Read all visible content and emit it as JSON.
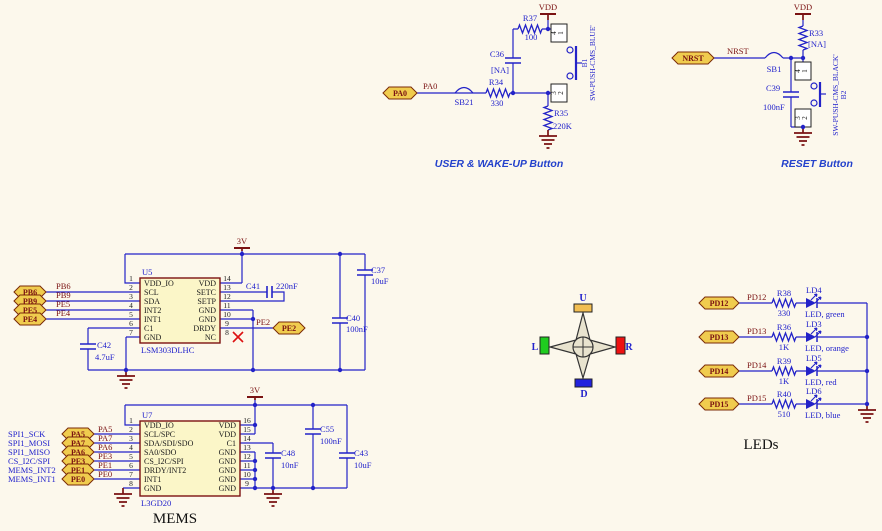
{
  "colors": {
    "background": "#FCF8EC",
    "wire_blue": "#2323C8",
    "power_maroon": "#7A1212",
    "component_text_blue": "#2323CC",
    "caption_blue": "#2442CC",
    "port_fill": "#F0CC4E",
    "chip_fill": "#FBF6C8",
    "chip_border": "#7D1212",
    "nc_cross_red": "#DD1111",
    "compass_up": "#F2BE52",
    "compass_left": "#1FCC1F",
    "compass_right": "#EE1111",
    "compass_down": "#2222DD"
  },
  "user_button": {
    "caption": "USER & WAKE-UP Button",
    "power_label": "VDD",
    "port": "PA0",
    "net_label": "PA0",
    "solder_bridge": "SB21",
    "r37": {
      "ref": "R37",
      "value": "100"
    },
    "c36": {
      "ref": "C36",
      "value": "[NA]"
    },
    "r34": {
      "ref": "R34",
      "value": "330"
    },
    "r35": {
      "ref": "R35",
      "value": "220K"
    },
    "switch": {
      "ref": "B1",
      "name": "SW-PUSH-CMS_BLUE'",
      "pins": [
        "4",
        "1",
        "3",
        "2"
      ]
    }
  },
  "reset_button": {
    "caption": "RESET Button",
    "power_label": "VDD",
    "port": "NRST",
    "net_label": "NRST",
    "solder_bridge": "SB1",
    "r33": {
      "ref": "R33",
      "value": "[NA]"
    },
    "c39": {
      "ref": "C39",
      "value": "100nF"
    },
    "switch": {
      "ref": "B2",
      "name": "SW-PUSH-CMS_BLACK'",
      "pins": [
        "4",
        "1",
        "3",
        "2"
      ]
    }
  },
  "accelerometer": {
    "designator": "U5",
    "part": "LSM303DLHC",
    "power_label": "3V",
    "left_pins": [
      {
        "num": "1",
        "name": "VDD_IO"
      },
      {
        "num": "2",
        "name": "SCL"
      },
      {
        "num": "3",
        "name": "SDA"
      },
      {
        "num": "4",
        "name": "INT2"
      },
      {
        "num": "5",
        "name": "INT1"
      },
      {
        "num": "6",
        "name": "C1"
      },
      {
        "num": "7",
        "name": "GND"
      }
    ],
    "right_pins": [
      {
        "num": "14",
        "name": "VDD"
      },
      {
        "num": "13",
        "name": "SETC"
      },
      {
        "num": "12",
        "name": "SETP"
      },
      {
        "num": "11",
        "name": "GND"
      },
      {
        "num": "10",
        "name": "GND"
      },
      {
        "num": "9",
        "name": "DRDY"
      },
      {
        "num": "8",
        "name": "NC"
      }
    ],
    "ports": [
      "PB6",
      "PB9",
      "PE5",
      "PE4"
    ],
    "pe2_port": "PE2",
    "c41": {
      "ref": "C41",
      "value": "220nF"
    },
    "c42": {
      "ref": "C42",
      "value": "4.7uF"
    },
    "c37": {
      "ref": "C37",
      "value": "10uF"
    },
    "c40": {
      "ref": "C40",
      "value": "100nF"
    }
  },
  "gyroscope": {
    "designator": "U7",
    "part": "L3GD20",
    "power_label": "3V",
    "caption": "MEMS",
    "signals": [
      "SPI1_SCK",
      "SPI1_MOSI",
      "SPI1_MISO",
      "CS_I2C/SPI",
      "MEMS_INT2",
      "MEMS_INT1"
    ],
    "ports": [
      "PA5",
      "PA7",
      "PA6",
      "PE3",
      "PE1",
      "PE0"
    ],
    "left_pins": [
      {
        "num": "1",
        "name": "VDD_IO"
      },
      {
        "num": "2",
        "name": "SCL/SPC"
      },
      {
        "num": "3",
        "name": "SDA/SDI/SDO"
      },
      {
        "num": "4",
        "name": "SA0/SDO"
      },
      {
        "num": "5",
        "name": "CS_I2C/SPI"
      },
      {
        "num": "6",
        "name": "DRDY/INT2"
      },
      {
        "num": "7",
        "name": "INT1"
      },
      {
        "num": "8",
        "name": "GND"
      }
    ],
    "right_pins": [
      {
        "num": "16",
        "name": "VDD"
      },
      {
        "num": "15",
        "name": "VDD"
      },
      {
        "num": "14",
        "name": "C1"
      },
      {
        "num": "13",
        "name": "GND"
      },
      {
        "num": "12",
        "name": "GND"
      },
      {
        "num": "11",
        "name": "GND"
      },
      {
        "num": "10",
        "name": "GND"
      },
      {
        "num": "9",
        "name": "GND"
      }
    ],
    "c48": {
      "ref": "C48",
      "value": "10nF"
    },
    "c55": {
      "ref": "C55",
      "value": "100nF"
    },
    "c43": {
      "ref": "C43",
      "value": "10uF"
    }
  },
  "joystick": {
    "up": "U",
    "down": "D",
    "left": "L",
    "right": "R"
  },
  "leds": {
    "caption": "LEDs",
    "rows": [
      {
        "port": "PD12",
        "net": "PD12",
        "res_ref": "R38",
        "res_value": "330",
        "led_ref": "LD4",
        "led_desc": "LED, green"
      },
      {
        "port": "PD13",
        "net": "PD13",
        "res_ref": "R36",
        "res_value": "1K",
        "led_ref": "LD3",
        "led_desc": "LED, orange"
      },
      {
        "port": "PD14",
        "net": "PD14",
        "res_ref": "R39",
        "res_value": "1K",
        "led_ref": "LD5",
        "led_desc": "LED, red"
      },
      {
        "port": "PD15",
        "net": "PD15",
        "res_ref": "R40",
        "res_value": "510",
        "led_ref": "LD6",
        "led_desc": "LED, blue"
      }
    ]
  }
}
